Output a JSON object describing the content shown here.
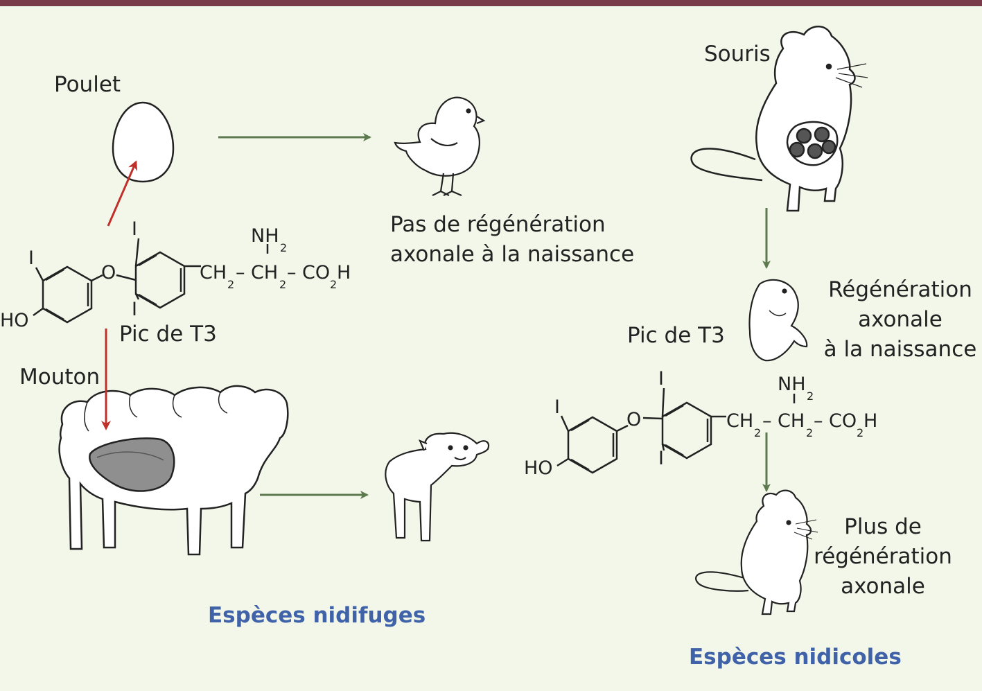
{
  "colors": {
    "banner": "#7b3a4a",
    "background": "#f3f7ea",
    "heading": "#3f62a8",
    "green_arrow": "#5d7a4e",
    "red_arrow": "#c0302a"
  },
  "labels": {
    "poulet": "Poulet",
    "souris": "Souris",
    "mouton": "Mouton",
    "pic_t3_left": "Pic de T3",
    "pic_t3_right": "Pic de T3",
    "no_regen_line1": "Pas de régénération",
    "no_regen_line2": "axonale à la naissance",
    "regen_line1": "Régénération",
    "regen_line2": "axonale",
    "regen_line3": "à la naissance",
    "plus_line1": "Plus de",
    "plus_line2": "régénération",
    "plus_line3": "axonale"
  },
  "headings": {
    "nidifuges": "Espèces nidifuges",
    "nidicoles": "Espèces nidicoles"
  },
  "chem": {
    "I": "I",
    "O": "O",
    "HO": "HO",
    "NH": "NH",
    "CH": "CH",
    "CO": "CO",
    "H": "H",
    "sub2": "2",
    "dash": "–"
  },
  "icons": [
    "egg-icon",
    "chick-icon",
    "sheep-icon",
    "lamb-icon",
    "mouse-pregnant-icon",
    "mouse-pup-icon",
    "mouse-adult-icon"
  ]
}
